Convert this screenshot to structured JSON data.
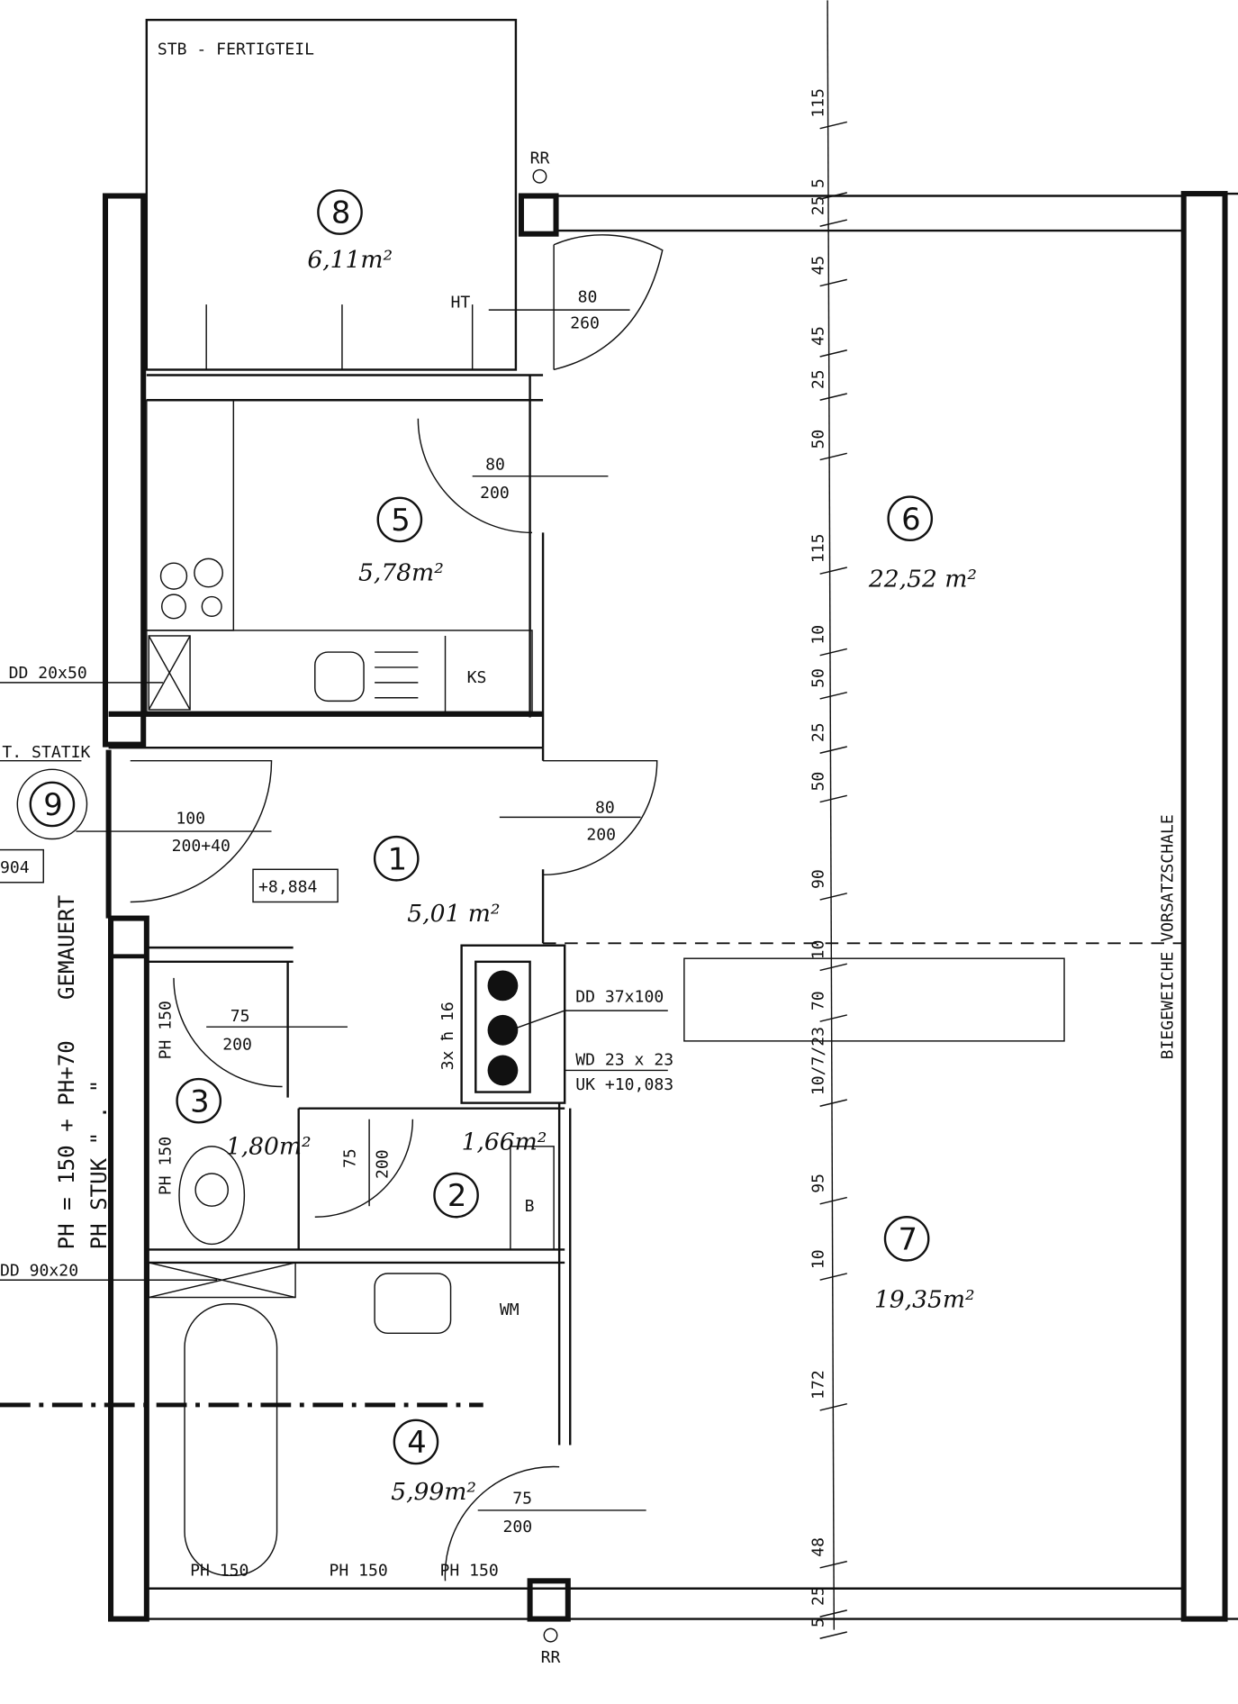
{
  "plan": {
    "precast_label": "STB - FERTIGTEIL",
    "rooms": [
      {
        "number": "1",
        "area": "5,01 m²"
      },
      {
        "number": "2",
        "area": "1,66m²"
      },
      {
        "number": "3",
        "area": "1,80m²"
      },
      {
        "number": "4",
        "area": "5,99m²"
      },
      {
        "number": "5",
        "area": "5,78m²"
      },
      {
        "number": "6",
        "area": "22,52 m²"
      },
      {
        "number": "7",
        "area": "19,35m²"
      },
      {
        "number": "8",
        "area": "6,11m²"
      },
      {
        "number": "9",
        "area": ""
      }
    ],
    "doors": {
      "d8": {
        "w": "80",
        "h": "260"
      },
      "d5": {
        "w": "80",
        "h": "200"
      },
      "d1": {
        "w": "100",
        "h": "200+40"
      },
      "d6": {
        "w": "80",
        "h": "200"
      },
      "d3": {
        "w": "75",
        "h": "200"
      },
      "d2": {
        "w": "75",
        "h": "200"
      },
      "d4": {
        "w": "75",
        "h": "200"
      }
    },
    "labels": {
      "rr_top": "RR",
      "rr_bottom": "RR",
      "ht": "HT",
      "ks": "KS",
      "b": "B",
      "wm": "WM",
      "level": "+8,884",
      "dd_20x50": "DD  20x50",
      "statik": "T. STATIK",
      "ref_904": "904",
      "dd_90x20": "DD  90x20",
      "dd_37x100": "DD  37x100",
      "wd_23x23": "WD  23 x 23",
      "uk": "UK +10,083",
      "shaft_pipes": "3x ħ 16",
      "ph150_a": "PH 150",
      "ph150_b": "PH 150",
      "ph150_c": "PH 150",
      "ph150_d": "PH 150",
      "ph150_e": "PH 150",
      "gemauert": "GEMAUERT",
      "ph_note": "PH = 150 + PH+70",
      "stuk_note": "PH  STUK  \" . \"",
      "vorsatzschale": "BIEGEWEICHE  VORSATZSCHALE"
    },
    "dimensions": [
      "115",
      "5",
      "25",
      "45",
      "45",
      "25",
      "50",
      "115",
      "10",
      "50",
      "25",
      "50",
      "90",
      "10",
      "70",
      "10/7/23",
      "95",
      "10",
      "172",
      "48",
      "25",
      "5"
    ]
  }
}
